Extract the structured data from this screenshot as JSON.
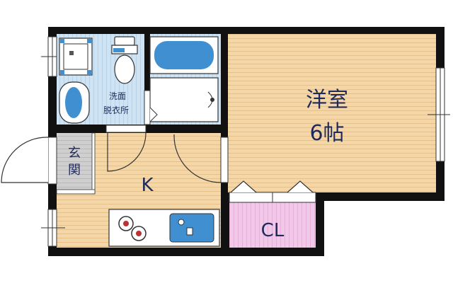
{
  "rooms": {
    "western_room": {
      "name": "洋室",
      "size": "6帖"
    },
    "kitchen": {
      "name": "K"
    },
    "closet": {
      "name": "CL"
    },
    "entrance": {
      "line1": "玄",
      "line2": "関"
    },
    "washroom": {
      "line1": "洗面",
      "line2": "脱衣所"
    }
  },
  "colors": {
    "wall": "#111111",
    "floor_wood": "#f3d7a8",
    "floor_wood_line": "#e6c08a",
    "wet_area": "#cfe3f3",
    "wet_area_line": "#b8d2e8",
    "entrance_floor": "#cfcfcf",
    "entrance_line": "#b9b9b9",
    "closet": "#f1c8e8",
    "closet_line": "#e3b0d8",
    "fixture_blue": "#3f8fd1",
    "label": "#1f2a5c"
  }
}
